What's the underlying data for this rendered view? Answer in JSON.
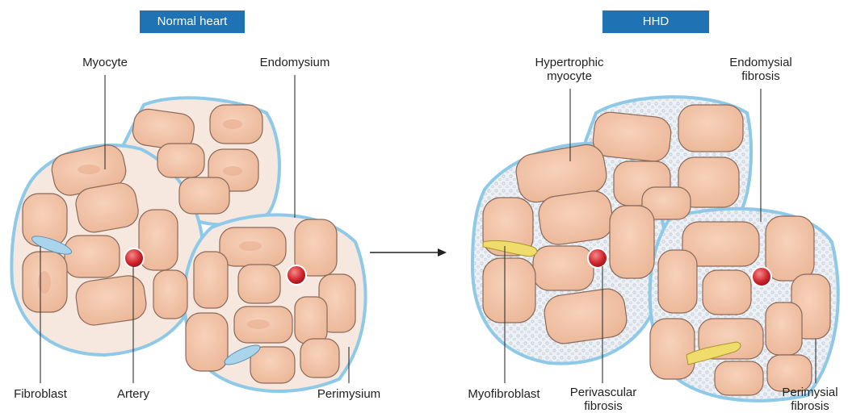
{
  "panels": {
    "normal": {
      "title": "Normal heart"
    },
    "hhd": {
      "title": "HHD"
    }
  },
  "labels": {
    "myocyte": "Myocyte",
    "endomysium": "Endomysium",
    "fibroblast": "Fibroblast",
    "artery": "Artery",
    "perimysium": "Perimysium",
    "hypertrophic_myocyte": [
      "Hypertrophic",
      "myocyte"
    ],
    "endomysial_fibrosis": [
      "Endomysial",
      "fibrosis"
    ],
    "myofibroblast": "Myofibroblast",
    "perivascular_fibrosis": [
      "Perivascular",
      "fibrosis"
    ],
    "perimysial_fibrosis": [
      "Perimysial",
      "fibrosis"
    ]
  },
  "colors": {
    "banner": "#1f72b3",
    "myocyte_fill": "#f2c3a4",
    "bundle_fill": "#f6e8de",
    "perimysium": "#8ec9e8",
    "artery": "#d0242c",
    "fibroblast": "#a9d4ec",
    "myofibroblast": "#f0dc6a",
    "fibrosis_tissue": "#e8ecf0"
  }
}
